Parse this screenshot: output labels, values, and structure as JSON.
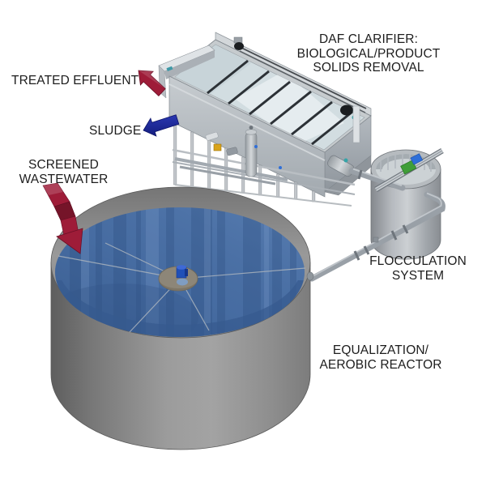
{
  "title": "Wastewater treatment process diagram",
  "labels": {
    "daf_clarifier": {
      "line1": "DAF CLARIFIER:",
      "line2": "BIOLOGICAL/PRODUCT",
      "line3": "SOLIDS REMOVAL"
    },
    "treated_effluent": {
      "line1": "TREATED EFFLUENT"
    },
    "sludge": {
      "line1": "SLUDGE"
    },
    "screened_wastewater": {
      "line1": "SCREENED",
      "line2": "WASTEWATER"
    },
    "flocculation_system": {
      "line1": "FLOCCULATION",
      "line2": "SYSTEM"
    },
    "equalization_reactor": {
      "line1": "EQUALIZATION/",
      "line2": "AEROBIC REACTOR"
    }
  },
  "colors": {
    "background": "#ffffff",
    "text": "#1d1d1d",
    "effluent_arrow": "#9e1c38",
    "sludge_arrow": "#1d2a9e",
    "wastewater_arrow": "#9e1c38",
    "reactor_water": "#4a70a6",
    "daf_water": "#d2dde1",
    "equipment_gray": "#b5bac0",
    "tank_gray": "#8b8b8b",
    "skimmer_black": "#1a1d20",
    "valve_yellow": "#d9a41c",
    "mixer_green": "#3f9e38",
    "mixer_blue": "#2f6fd8"
  }
}
